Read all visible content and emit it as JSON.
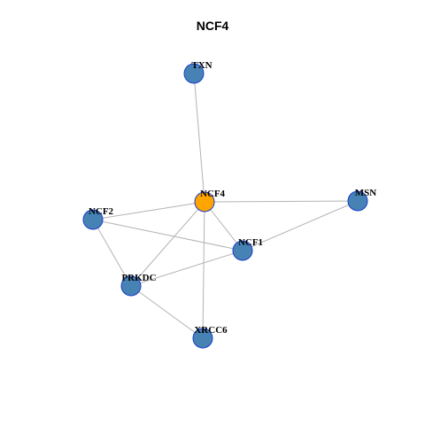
{
  "title": "NCF4",
  "colors": {
    "center_node": "#FFA500",
    "node": "#4682B4",
    "node_border": "#1A3CCC",
    "edge": "#B3B3B3"
  },
  "nodes": [
    {
      "id": "TXN",
      "label": "TXN",
      "role": "neighbor"
    },
    {
      "id": "NCF4",
      "label": "NCF4",
      "role": "center"
    },
    {
      "id": "MSN",
      "label": "MSN",
      "role": "neighbor"
    },
    {
      "id": "NCF2",
      "label": "NCF2",
      "role": "neighbor"
    },
    {
      "id": "NCF1",
      "label": "NCF1",
      "role": "neighbor"
    },
    {
      "id": "PRKDC",
      "label": "PRKDC",
      "role": "neighbor"
    },
    {
      "id": "XRCC6",
      "label": "XRCC6",
      "role": "neighbor"
    }
  ],
  "edges": [
    [
      "TXN",
      "NCF4"
    ],
    [
      "NCF4",
      "MSN"
    ],
    [
      "NCF4",
      "NCF2"
    ],
    [
      "NCF4",
      "NCF1"
    ],
    [
      "NCF4",
      "PRKDC"
    ],
    [
      "NCF4",
      "XRCC6"
    ],
    [
      "NCF2",
      "NCF1"
    ],
    [
      "NCF2",
      "PRKDC"
    ],
    [
      "MSN",
      "NCF1"
    ],
    [
      "NCF1",
      "PRKDC"
    ],
    [
      "PRKDC",
      "XRCC6"
    ]
  ]
}
